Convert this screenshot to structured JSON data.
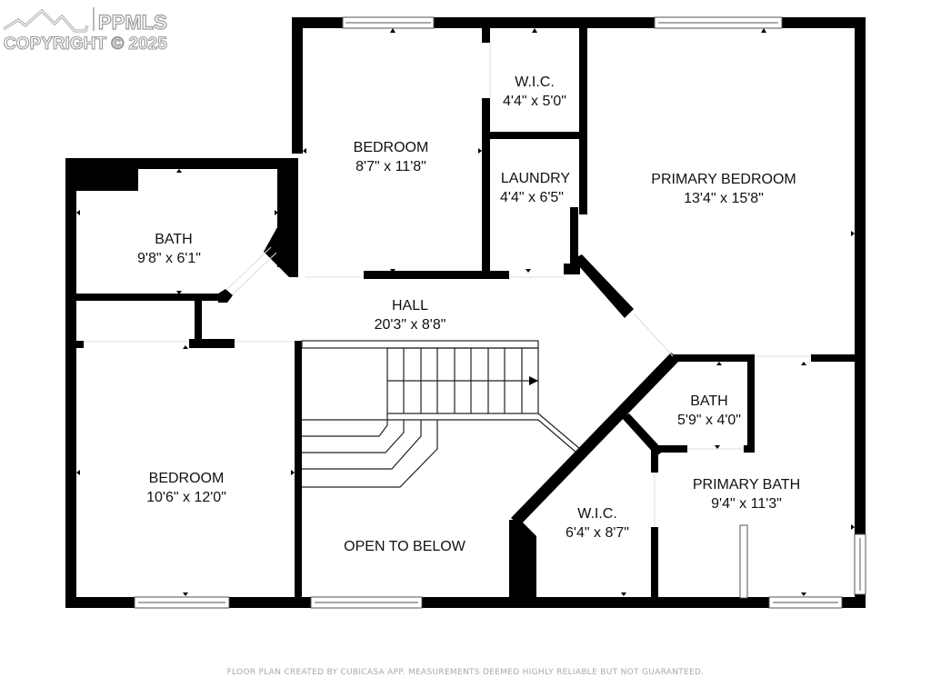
{
  "watermark": {
    "brand": "PPMLS",
    "copyright": "COPYRIGHT © 2025",
    "logo_icon": "mountain-logo-icon"
  },
  "rooms": [
    {
      "id": "bedroom-upper",
      "name": "BEDROOM",
      "dims": "8'7\" x 11'8\""
    },
    {
      "id": "wic-upper",
      "name": "W.I.C.",
      "dims": "4'4\" x 5'0\""
    },
    {
      "id": "laundry",
      "name": "LAUNDRY",
      "dims": "4'4\" x 6'5\""
    },
    {
      "id": "primary-bedroom",
      "name": "PRIMARY BEDROOM",
      "dims": "13'4\" x 15'8\""
    },
    {
      "id": "bath-left",
      "name": "BATH",
      "dims": "9'8\" x 6'1\""
    },
    {
      "id": "hall",
      "name": "HALL",
      "dims": "20'3\" x 8'8\""
    },
    {
      "id": "bedroom-lower",
      "name": "BEDROOM",
      "dims": "10'6\" x 12'0\""
    },
    {
      "id": "open-to-below",
      "name": "OPEN TO BELOW",
      "dims": ""
    },
    {
      "id": "bath-small",
      "name": "BATH",
      "dims": "5'9\" x 4'0\""
    },
    {
      "id": "wic-lower",
      "name": "W.I.C.",
      "dims": "6'4\" x 8'7\""
    },
    {
      "id": "primary-bath",
      "name": "PRIMARY BATH",
      "dims": "9'4\" x 11'3\""
    }
  ],
  "footer": {
    "disclaimer": "FLOOR PLAN CREATED BY CUBICASA APP. MEASUREMENTS DEEMED HIGHLY RELIABLE BUT NOT GUARANTEED."
  }
}
